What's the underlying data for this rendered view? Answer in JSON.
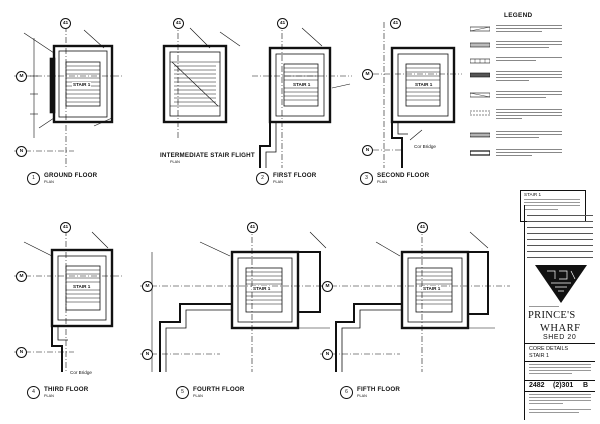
{
  "plans": [
    {
      "id": "ground",
      "title": "GROUND FLOOR",
      "number": "1",
      "scale_label": "PLAN",
      "stair_label": "STAIR 1"
    },
    {
      "id": "intermediate",
      "title": "INTERMEDIATE STAIR FLIGHT",
      "number": "",
      "scale_label": "PLAN",
      "stair_label": ""
    },
    {
      "id": "first",
      "title": "FIRST FLOOR",
      "number": "2",
      "scale_label": "PLAN",
      "stair_label": "STAIR 1"
    },
    {
      "id": "second",
      "title": "SECOND FLOOR",
      "number": "3",
      "scale_label": "PLAN",
      "stair_label": "STAIR 1",
      "note": "Cor Bridge"
    },
    {
      "id": "third",
      "title": "THIRD FLOOR",
      "number": "4",
      "scale_label": "PLAN",
      "stair_label": "STAIR 1",
      "note": "Cor Bridge"
    },
    {
      "id": "fourth",
      "title": "FOURTH FLOOR",
      "number": "5",
      "scale_label": "PLAN",
      "stair_label": "STAIR 1"
    },
    {
      "id": "fifth",
      "title": "FIFTH FLOOR",
      "number": "6",
      "scale_label": "PLAN",
      "stair_label": "STAIR 1"
    }
  ],
  "grid_labels": {
    "column": "41",
    "rows": [
      "M",
      "N"
    ]
  },
  "legend": {
    "title": "LEGEND"
  },
  "stair_note": {
    "title": "STAIR 1"
  },
  "title_block": {
    "project_line1": "PRINCE'S",
    "project_line2": "WHARF",
    "project_line3": "SHED 20",
    "drawing_title1": "CORE DETAILS",
    "drawing_title2": "STAIR 1",
    "drawing_number": "2482",
    "drawing_code": "(2)301",
    "revision": "B"
  }
}
